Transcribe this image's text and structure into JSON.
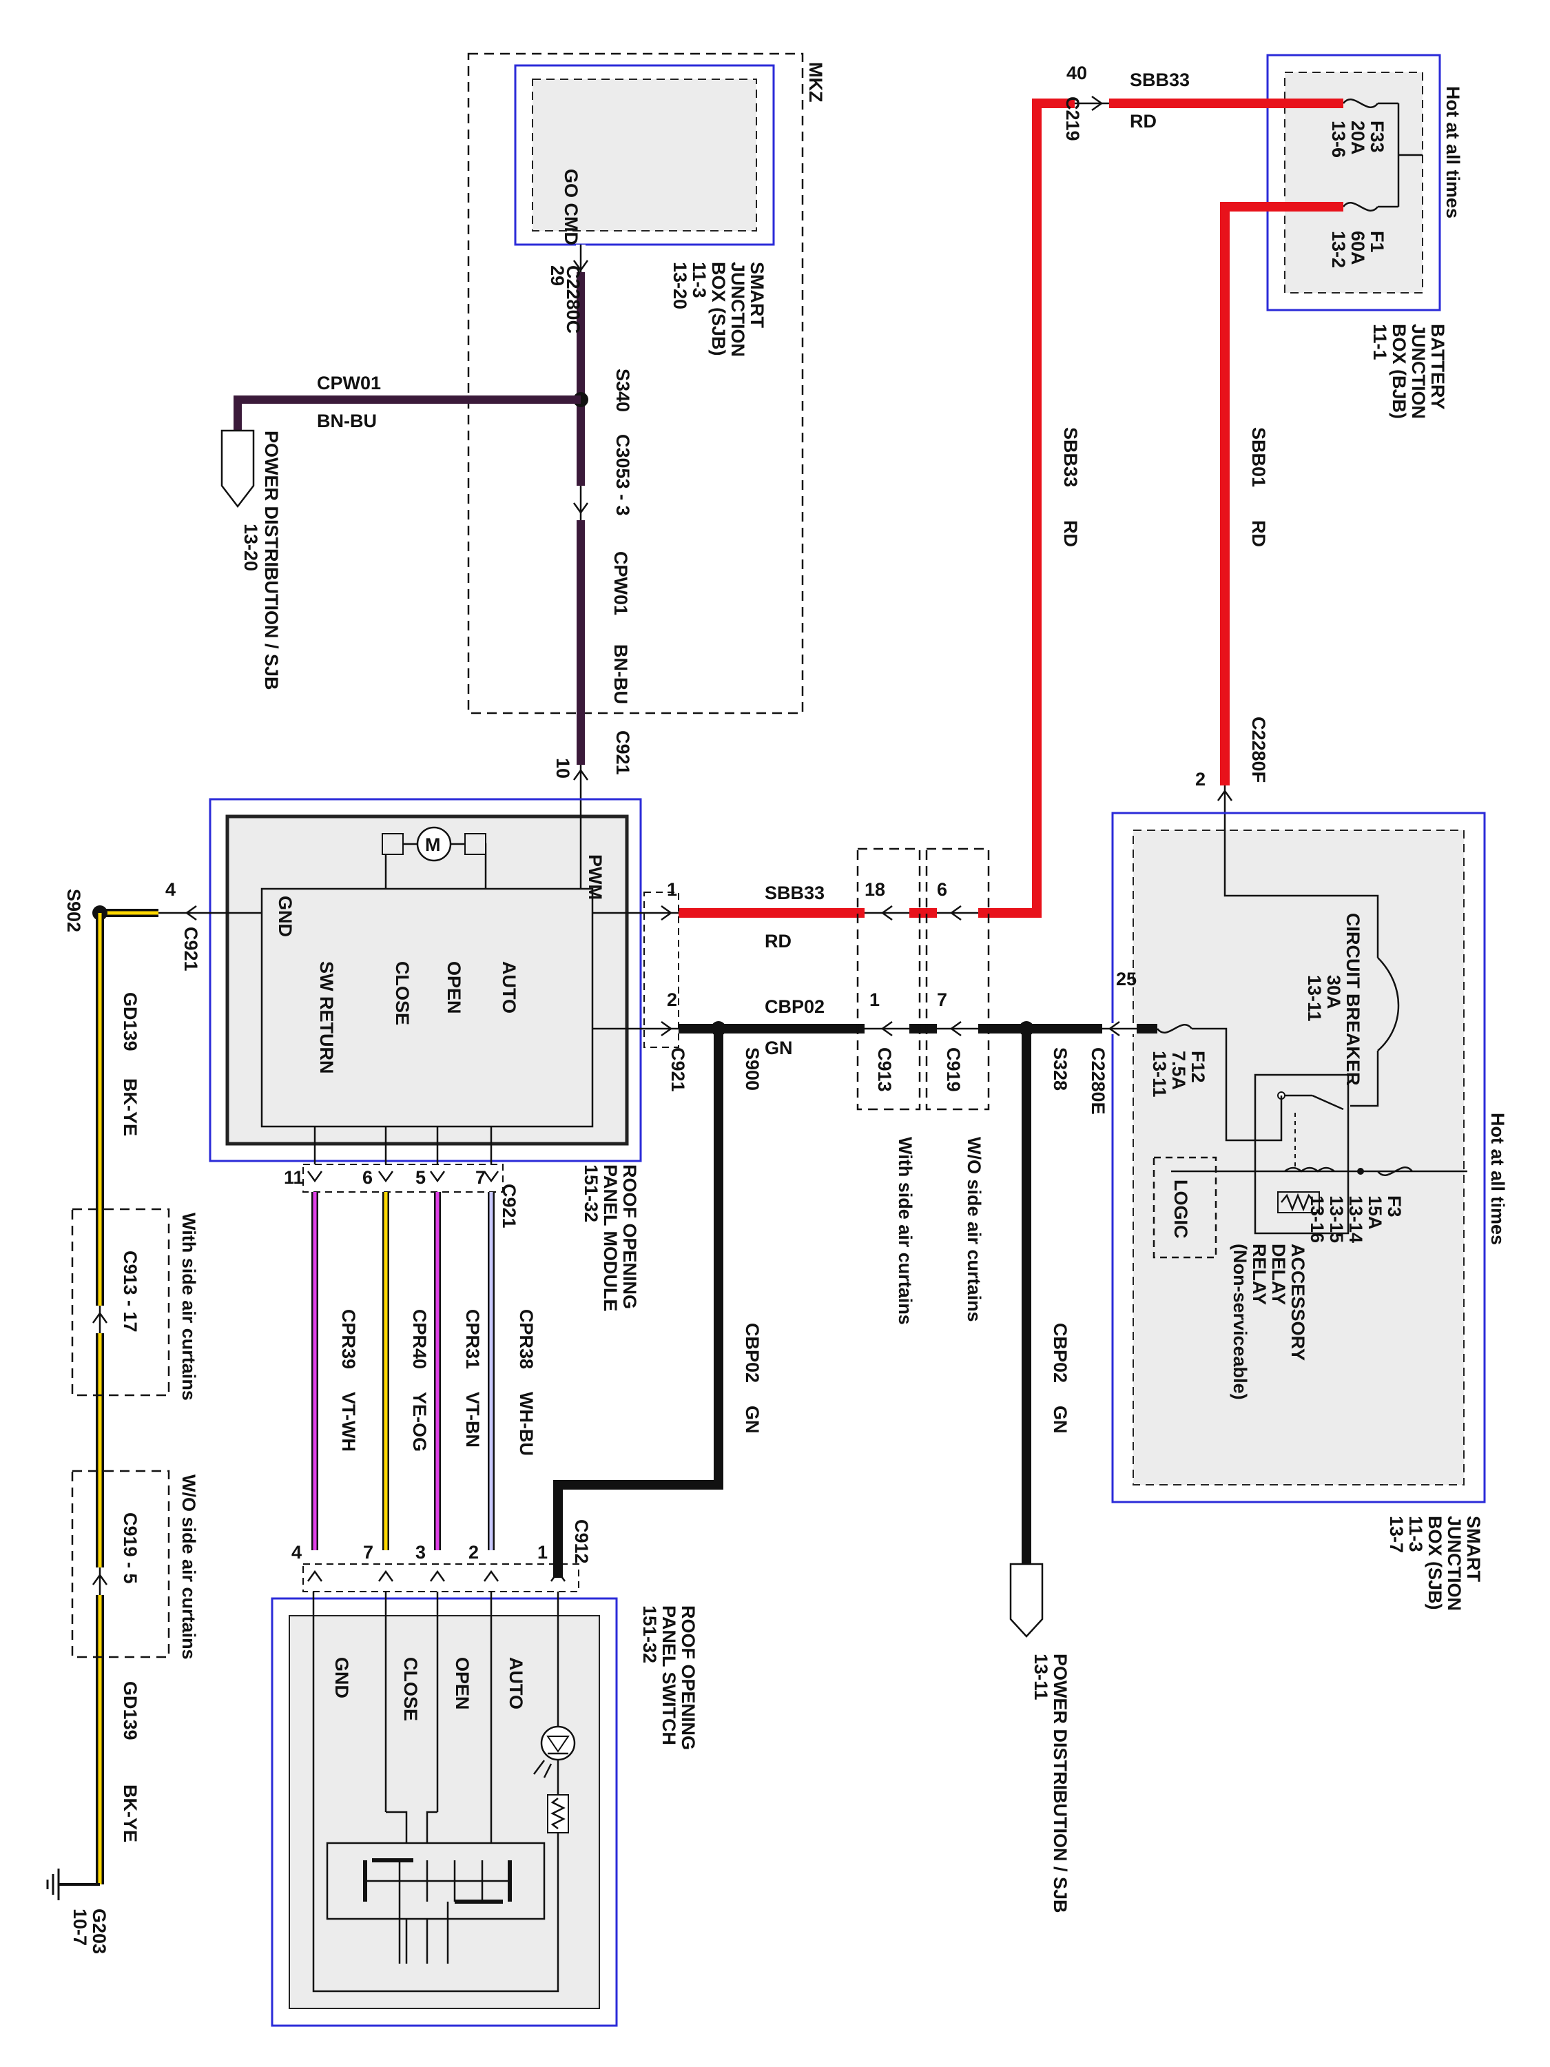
{
  "colors": {
    "red": "#e8121b",
    "black": "#111111",
    "green_wire": "#111111",
    "brown_blue": "#3b1a3a",
    "yellow": "#ffd800",
    "magenta": "#e040e8",
    "white_blue": "#c9c9ff",
    "box_border": "#2b2bd8"
  },
  "boxes": {
    "mkz": "MKZ",
    "sjb_top": [
      "SMART",
      "JUNCTION",
      "BOX (SJB)",
      "11-3",
      "13-20"
    ],
    "go_cmd": "GO CMD",
    "bjb": [
      "BATTERY",
      "JUNCTION",
      "BOX (BJB)",
      "11-1"
    ],
    "hot_bjb": "Hot at all times",
    "fuse_f33": [
      "F33",
      "20A",
      "13-6"
    ],
    "fuse_f1": [
      "F1",
      "60A",
      "13-2"
    ],
    "module": [
      "ROOF OPENING",
      "PANEL MODULE",
      "151-32"
    ],
    "module_pins": [
      "PWM",
      "GND",
      "SW RETURN",
      "CLOSE",
      "OPEN",
      "AUTO"
    ],
    "sjb_right": [
      "SMART",
      "JUNCTION",
      "BOX (SJB)",
      "11-3",
      "13-7"
    ],
    "hot_sjb": "Hot at all times",
    "circuit_breaker": [
      "CIRCUIT BREAKER",
      "30A",
      "13-11"
    ],
    "fuse_f12": [
      "F12",
      "7.5A",
      "13-11"
    ],
    "fuse_f3": [
      "F3",
      "15A",
      "13-14",
      "13-15",
      "13-16"
    ],
    "relay": [
      "ACCESSORY",
      "DELAY",
      "RELAY",
      "(Non-serviceable)"
    ],
    "logic": "LOGIC",
    "switch": [
      "ROOF OPENING",
      "PANEL SWITCH",
      "151-32"
    ],
    "switch_pins": [
      "AUTO",
      "OPEN",
      "CLOSE",
      "GND"
    ]
  },
  "connectors": {
    "c2280c": "C2280C",
    "pin29": "29",
    "s340": "S340",
    "c3053": "C3053 - 3",
    "c921_top": "C921",
    "pin10": "10",
    "c219": "C219",
    "pin40": "40",
    "c2280f": "C2280F",
    "pin2f": "2",
    "c2280e": "C2280E",
    "pin25": "25",
    "s328": "S328",
    "c919": "C919",
    "pin6": "6",
    "pin7": "7",
    "c913": "C913",
    "pin18": "18",
    "pin1c": "1",
    "s900": "S900",
    "c921_gnd": "C921",
    "pin4": "4",
    "s902": "S902",
    "c921_pwm_pin": "1",
    "c921_sw": "C921",
    "pin2": "2",
    "c921_bottom": "C921",
    "pins_bottom_module": [
      "7",
      "5",
      "6",
      "11"
    ],
    "c912": "C912",
    "pins_switch": [
      "1",
      "2",
      "3",
      "7",
      "4"
    ],
    "c913_17": "C913 - 17",
    "c919_5": "C919 - 5",
    "g203": [
      "G203",
      "10-7"
    ]
  },
  "wires": {
    "sbb33": "SBB33",
    "rd": "RD",
    "sbb01": "SBB01",
    "cpw01": "CPW01",
    "bn_bu": "BN-BU",
    "cbp02": "CBP02",
    "gn": "GN",
    "gd139": "GD139",
    "bk_ye": "BK-YE",
    "cpr38": "CPR38",
    "wh_bu": "WH-BU",
    "cpr31": "CPR31",
    "vt_bn": "VT-BN",
    "cpr40": "CPR40",
    "ye_og": "YE-OG",
    "cpr39": "CPR39",
    "vt_wh": "VT-WH"
  },
  "notes": {
    "with_curtains": "With side air curtains",
    "wo_curtains": "W/O side air curtains"
  },
  "power_dist": {
    "sjb_top": [
      "POWER DISTRIBUTION / SJB",
      "13-20"
    ],
    "sjb_bottom": [
      "POWER DISTRIBUTION / SJB",
      "13-11"
    ]
  }
}
